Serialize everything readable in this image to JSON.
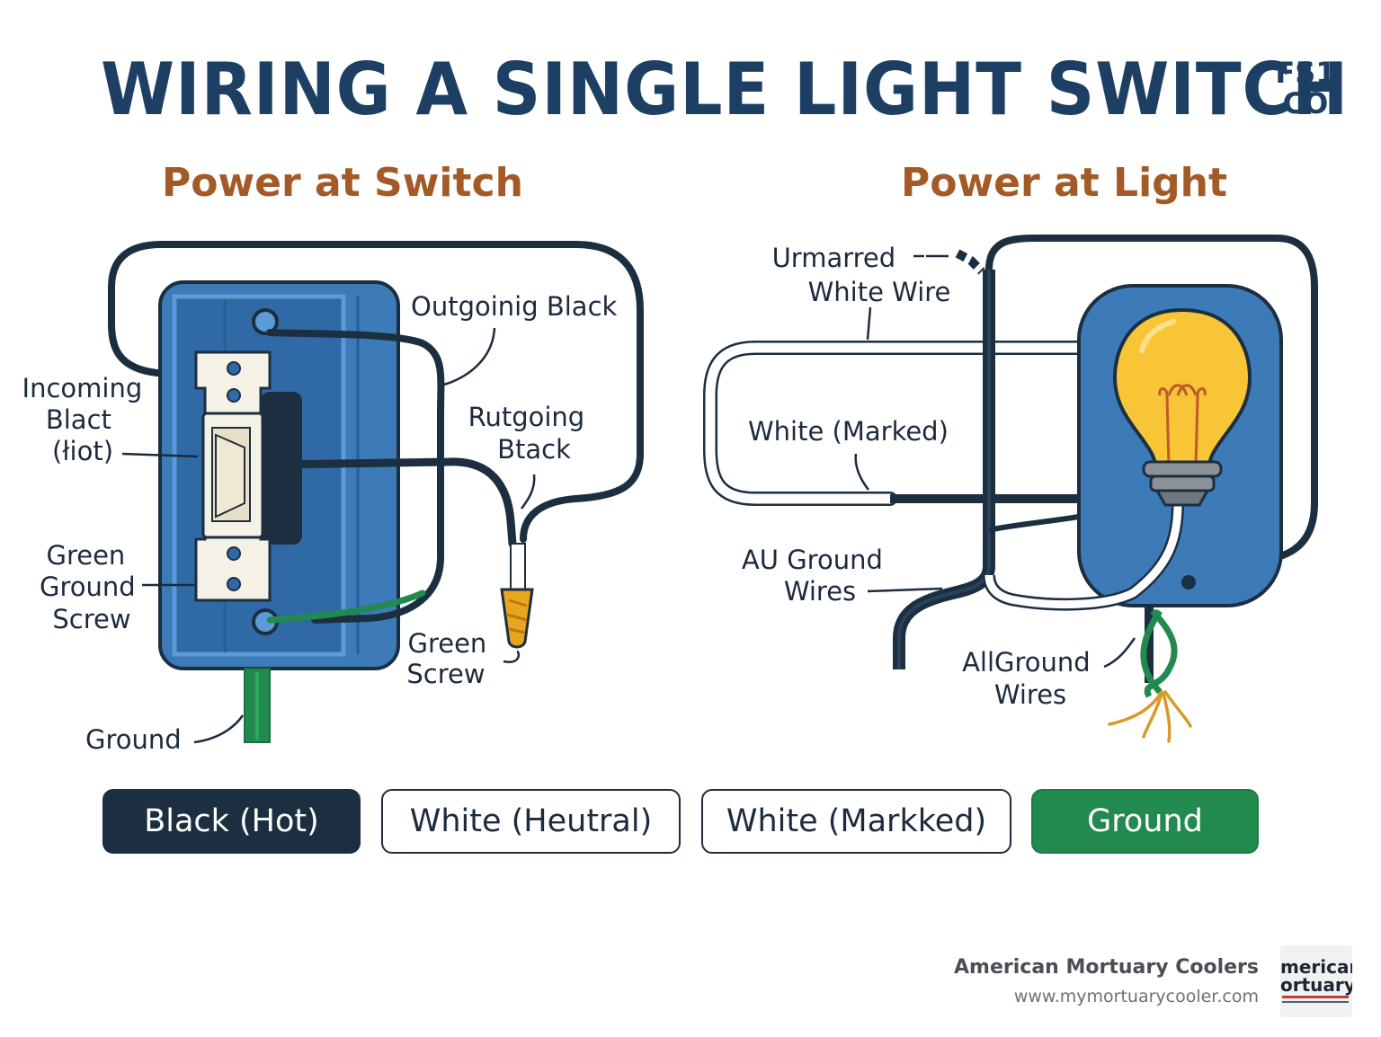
{
  "title": "WIRING A SINGLE LIGHT SWITCH",
  "corner_mark": {
    "line1": "FS1",
    "line2": "CO"
  },
  "sections": {
    "left": "Power at Switch",
    "right": "Power at Light"
  },
  "labels": {
    "incoming_black": [
      "Incoming",
      "Blact",
      "(łiot)"
    ],
    "outgoing_black_top": "Outgoinig Black",
    "outgoing_black_mid": [
      "Rutgoing",
      "Btack"
    ],
    "green_ground_screw": [
      "Green",
      "Ground",
      "Screw"
    ],
    "green_screw": [
      "Green",
      "Screw"
    ],
    "ground": "Ground",
    "unmarked_white": [
      "Urmarred",
      "White Wire"
    ],
    "white_marked": "White (Marked)",
    "all_ground_wires_1": [
      "AU  Ground",
      "Wires"
    ],
    "all_ground_wires_2": [
      "AllGround",
      "Wires"
    ]
  },
  "legend": [
    {
      "label": "Black (Hot)",
      "style": "hot"
    },
    {
      "label": "White (Heutral)",
      "style": "white"
    },
    {
      "label": "White (Markked)",
      "style": "white"
    },
    {
      "label": "Ground",
      "style": "ground"
    }
  ],
  "colors": {
    "title": "#1d3f63",
    "section_title": "#a35a26",
    "hot_wire": "#1c2f40",
    "ground_wire": "#22894f",
    "box_blue": "#3d7ab8",
    "bulb_yellow": "#f7c536",
    "wire_nut": "#e8a51e"
  },
  "icons": [
    "light-switch-icon",
    "light-bulb-icon",
    "wire-nut-icon"
  ],
  "brand": {
    "name": "American Mortuary Coolers",
    "url": "www.mymortuarycooler.com",
    "logo_line1": "merican",
    "logo_line2": "ortuary"
  }
}
